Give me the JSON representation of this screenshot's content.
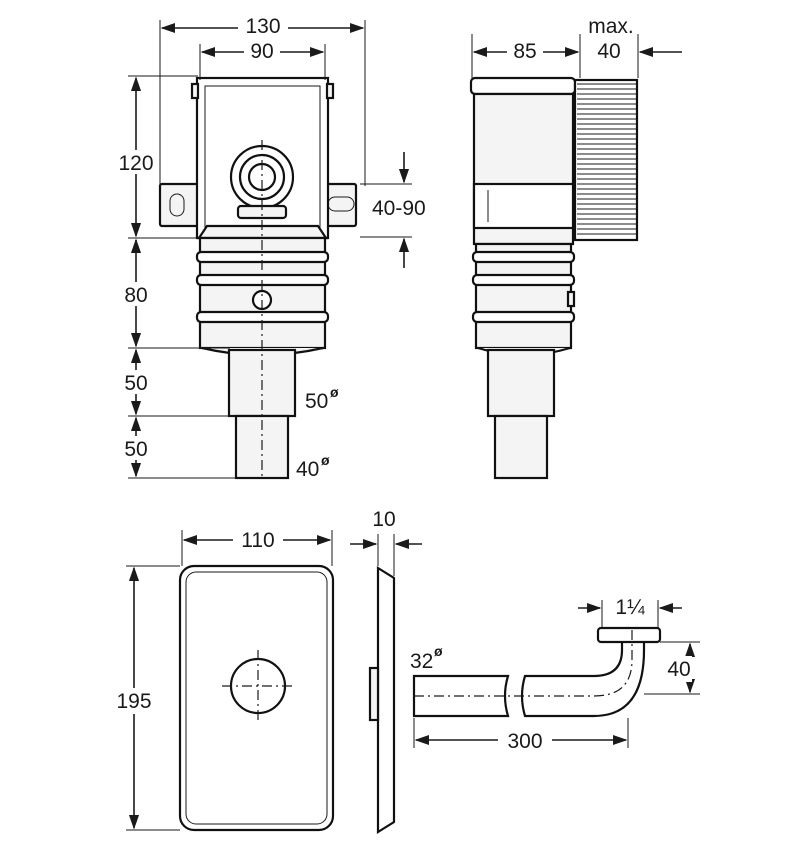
{
  "dimensions": {
    "box_outer_width": "130",
    "box_inner_width": "90",
    "box_height": "120",
    "adjust_range": "40-90",
    "body_height": "80",
    "pipe_upper_length": "50",
    "pipe_lower_length": "50",
    "pipe_upper_dia": "50",
    "pipe_lower_dia": "40",
    "diameter_symbol": "ø",
    "side_depth": "85",
    "side_max_label": "max.",
    "side_max_value": "40",
    "cover_width": "110",
    "cover_height": "195",
    "cover_thickness": "10",
    "pipe_dia": "32",
    "elbow_thread": "1¼",
    "elbow_rise": "40",
    "pipe_length": "300"
  }
}
